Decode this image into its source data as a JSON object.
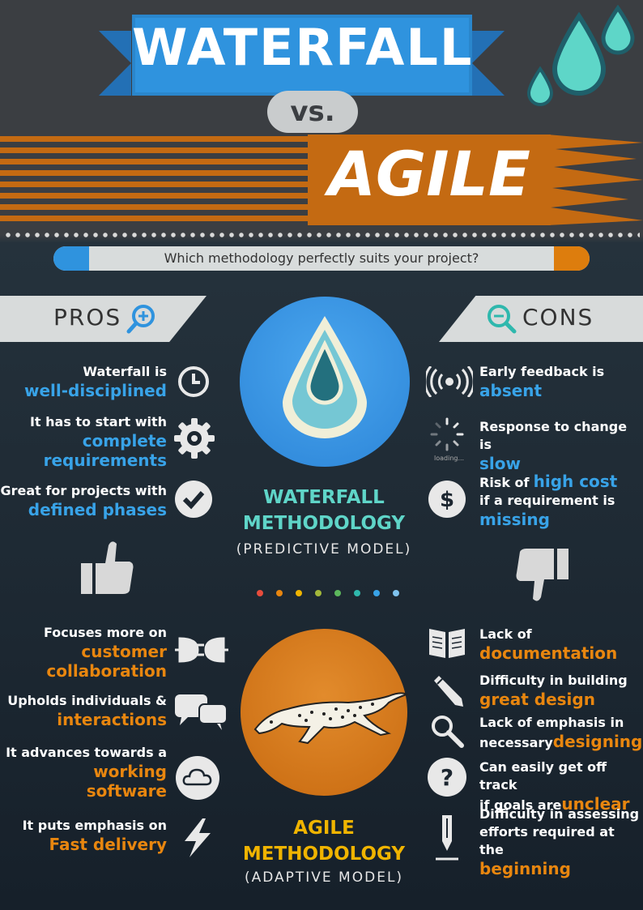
{
  "header": {
    "title_top": "WATERFALL",
    "vs": "vs.",
    "title_bottom": "AGILE",
    "question": "Which methodology perfectly suits your project?"
  },
  "tabs": {
    "pros": "PROS",
    "cons": "CONS"
  },
  "waterfall": {
    "name_line1": "WATERFALL",
    "name_line2": "METHODOLOGY",
    "model": "(PREDICTIVE MODEL)",
    "pros": [
      {
        "text": "Waterfall is",
        "highlight": "well-disciplined",
        "icon": "clock-icon"
      },
      {
        "text": "It has to start with",
        "highlight": "complete requirements",
        "highlight_1": "complete",
        "highlight_2": "requirements",
        "icon": "gear-icon"
      },
      {
        "text": "Great for projects with",
        "highlight": "defined phases",
        "icon": "check-icon"
      }
    ],
    "cons": [
      {
        "text": "Early feedback is",
        "highlight": "absent",
        "icon": "signal-icon"
      },
      {
        "text": "Response to change is",
        "highlight": "slow",
        "icon": "loading-icon",
        "icon_label": "loading..."
      },
      {
        "text_pre": "Risk of",
        "highlight_pre": "high cost",
        "text_mid": "if a requirement is",
        "highlight": "missing",
        "icon": "dollar-icon"
      }
    ]
  },
  "agile": {
    "name_line1": "AGILE",
    "name_line2": "METHODOLOGY",
    "model": "(ADAPTIVE MODEL)",
    "pros": [
      {
        "text": "Focuses more on",
        "highlight_1": "customer",
        "highlight_2": "collaboration",
        "icon": "plug-icon"
      },
      {
        "text": "Upholds individuals &",
        "highlight": "interactions",
        "icon": "chat-icon"
      },
      {
        "text": "It advances towards a",
        "highlight_1": "working",
        "highlight_2": "software",
        "icon": "cloud-icon"
      },
      {
        "text": "It puts emphasis on",
        "highlight": "Fast delivery",
        "icon": "lightning-icon"
      }
    ],
    "cons": [
      {
        "text": "Lack of",
        "highlight": "documentation",
        "icon": "book-icon"
      },
      {
        "text": "Difficulty in building",
        "highlight": "great design",
        "icon": "pencil-icon"
      },
      {
        "text_1": "Lack of emphasis in",
        "text_2": "necessary",
        "highlight": "designing",
        "icon": "search-icon"
      },
      {
        "text_1": "Can easily get off track",
        "text_2": "if goals are",
        "highlight": "unclear",
        "icon": "question-icon"
      },
      {
        "text_1": "Difficulty in assessing",
        "text_2": "efforts required at the",
        "highlight": "beginning",
        "icon": "pen-icon"
      }
    ]
  },
  "colors": {
    "blue": "#38a3e8",
    "orange": "#e8860f",
    "background": "#1b2530"
  }
}
